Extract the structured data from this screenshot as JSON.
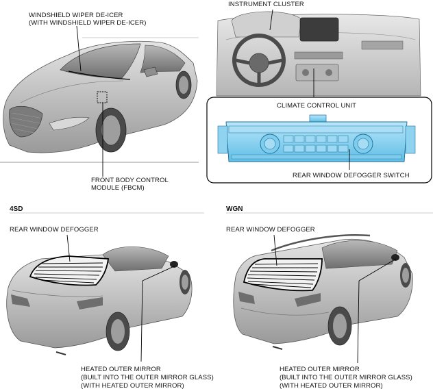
{
  "labels": {
    "wiper_deicer_1": "WINDSHIELD WIPER DE-ICER",
    "wiper_deicer_2": "(WITH WINDSHIELD WIPER DE-ICER)",
    "instrument_cluster": "INSTRUMENT CLUSTER",
    "climate_control_unit": "CLIMATE CONTROL UNIT",
    "rear_defogger_switch": "REAR WINDOW DEFOGGER SWITCH",
    "fbcm_1": "FRONT BODY CONTROL",
    "fbcm_2": "MODULE (FBCM)",
    "section_4sd": "4SD",
    "section_wgn": "WGN",
    "rear_defogger_4sd": "REAR WINDOW DEFOGGER",
    "rear_defogger_wgn": "REAR WINDOW DEFOGGER",
    "mirror_4sd_1": "HEATED OUTER MIRROR",
    "mirror_4sd_2": "(BUILT INTO THE OUTER MIRROR GLASS)",
    "mirror_4sd_3": "(WITH HEATED OUTER MIRROR)",
    "mirror_wgn_1": "HEATED OUTER MIRROR",
    "mirror_wgn_2": "(BUILT INTO THE OUTER MIRROR GLASS)",
    "mirror_wgn_3": "(WITH HEATED OUTER MIRROR)"
  },
  "colors": {
    "car_body": "#c9c9c9",
    "car_shadow": "#8e8e8e",
    "climate_unit": "#8fd3f0",
    "outline": "#000000"
  }
}
